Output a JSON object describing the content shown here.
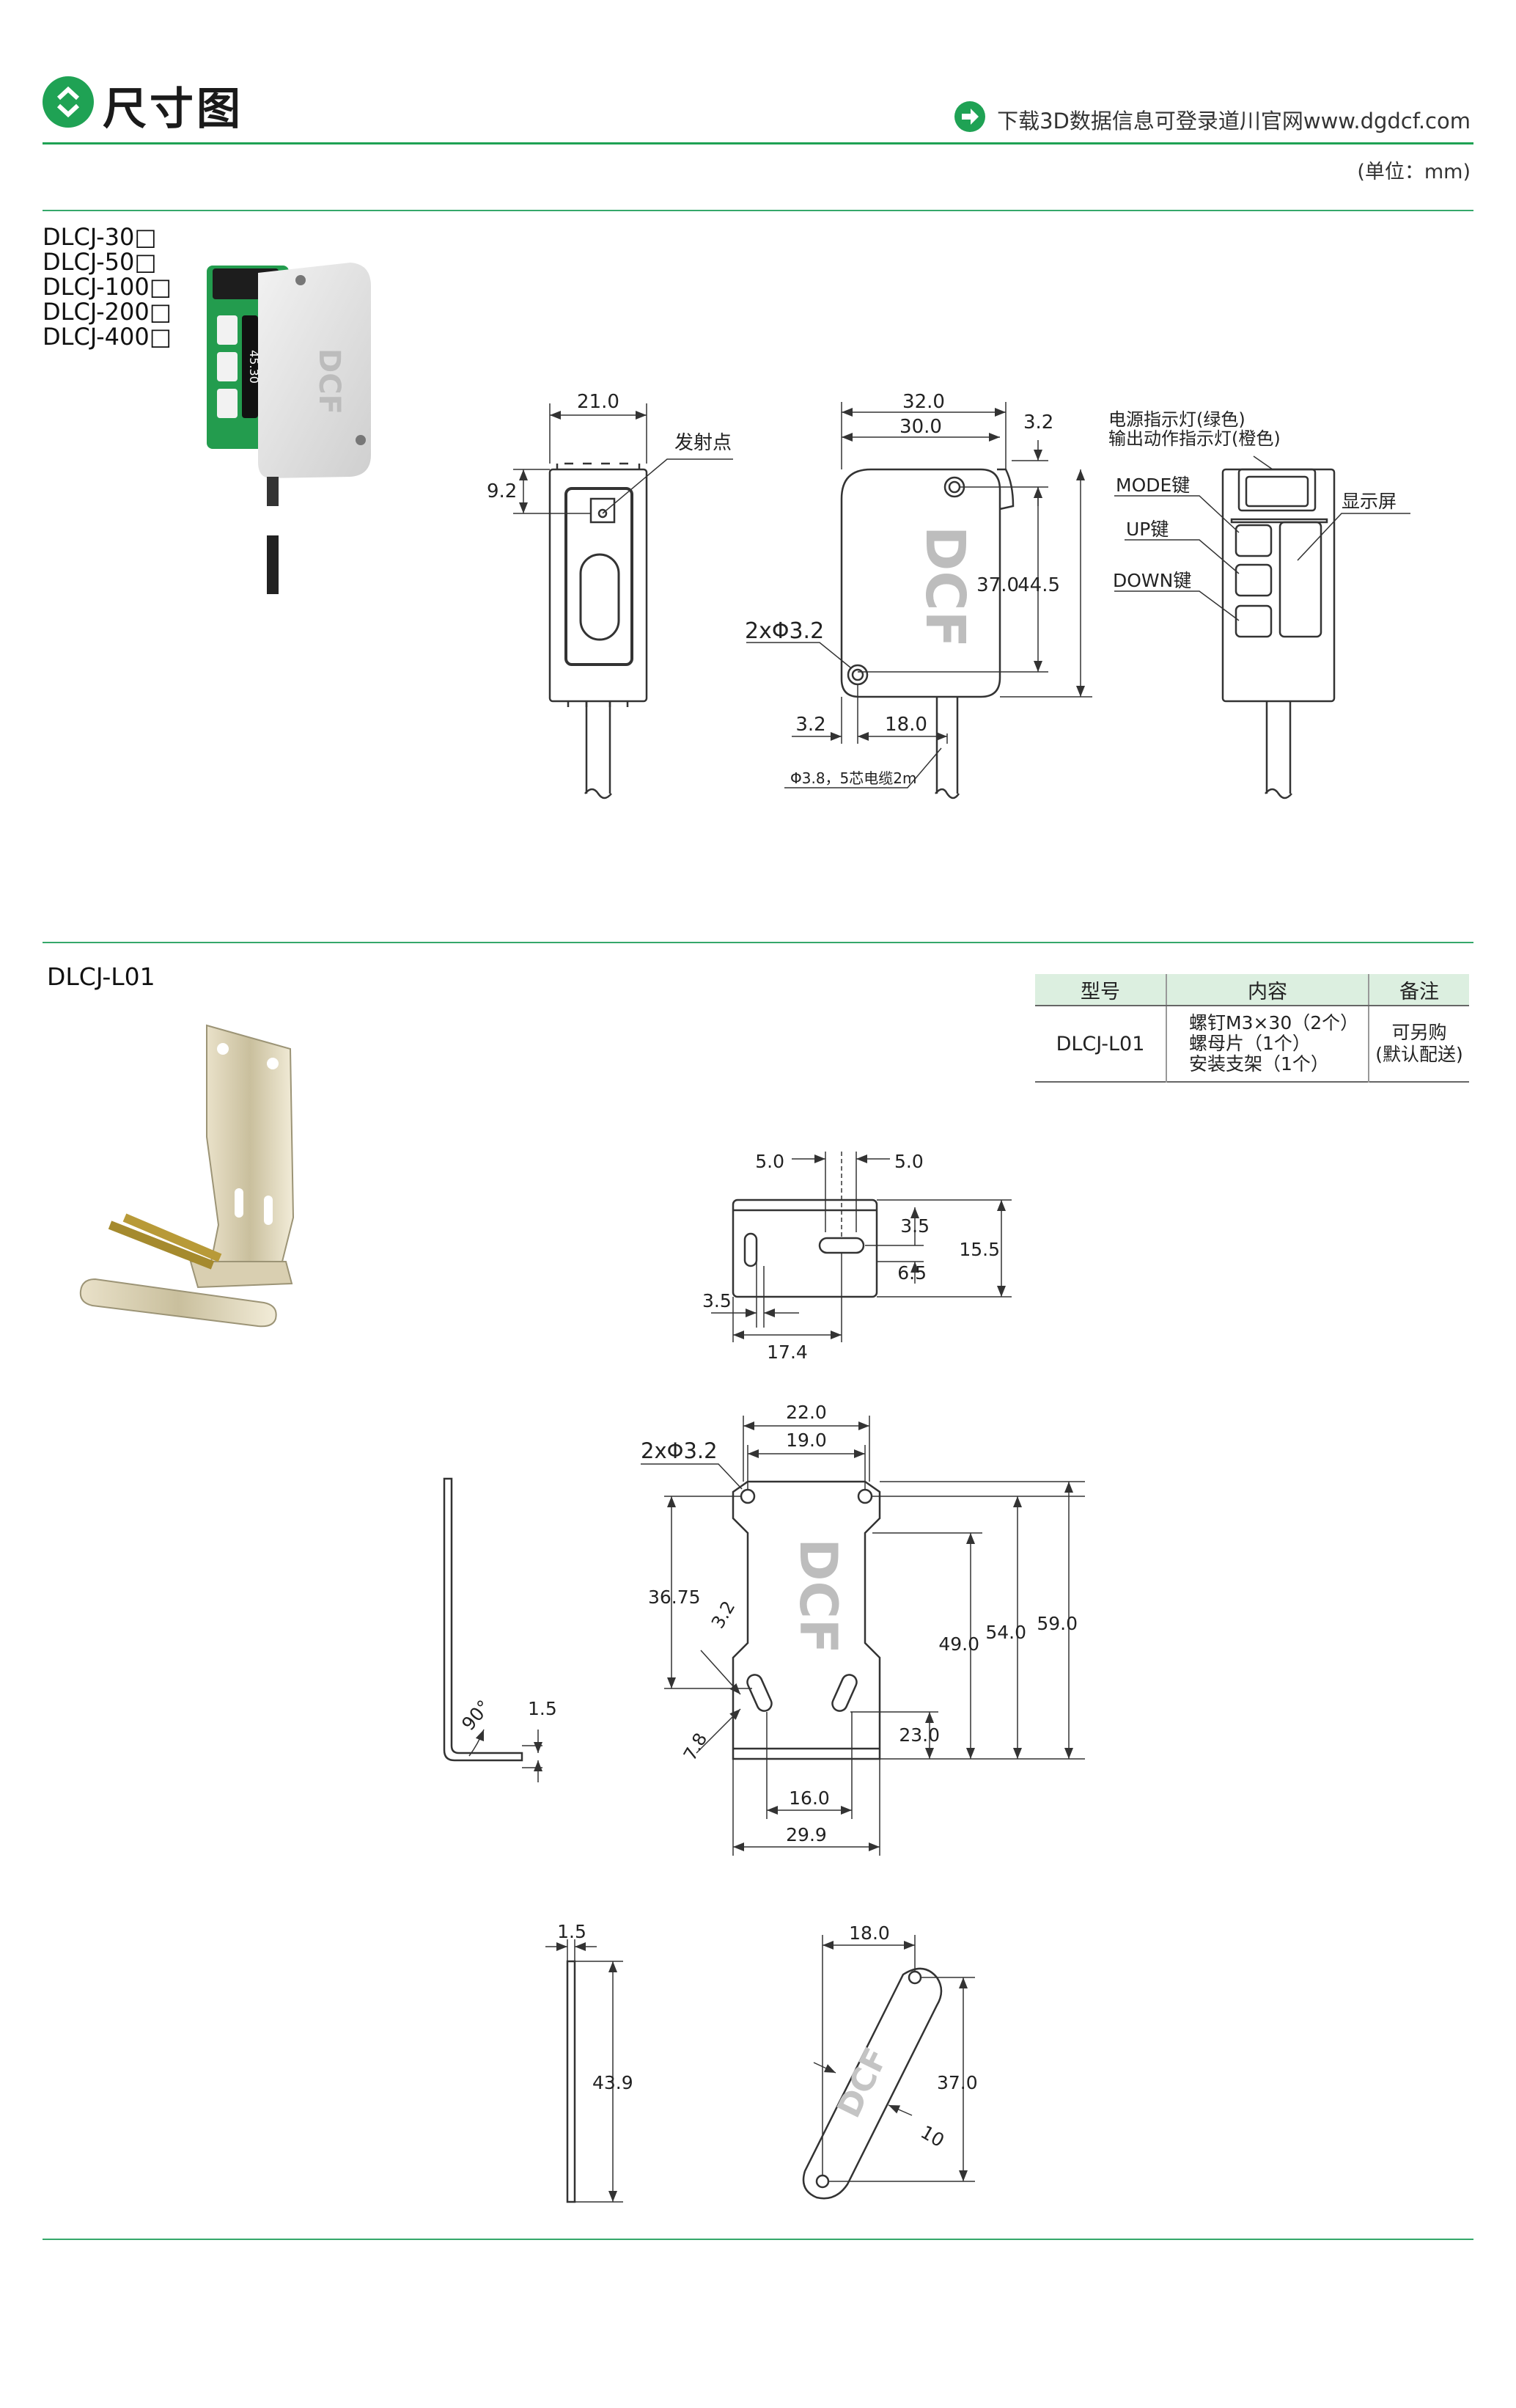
{
  "header": {
    "title": "尺寸图",
    "download_text": "下载3D数据信息可登录道川官网www.dgdcf.com",
    "unit": "(单位：mm)",
    "accent_color": "#1fa254"
  },
  "section1": {
    "models": [
      "DLCJ-30□",
      "DLCJ-50□",
      "DLCJ-100□",
      "DLCJ-200□",
      "DLCJ-400□"
    ],
    "front": {
      "width": "21.0",
      "emit_offset": "9.2",
      "emit_label": "发射点"
    },
    "side": {
      "total_w": "32.0",
      "hole_w": "30.0",
      "offset_top": "3.2",
      "h_inner": "37.0",
      "h_total": "44.5",
      "holes": "2xΦ3.2",
      "left_off": "3.2",
      "cable_pos": "18.0",
      "cable_note": "Φ3.8，5芯电缆2m",
      "logo": "DCF"
    },
    "panel": {
      "led_label_1": "电源指示灯(绿色)",
      "led_label_2": "输出动作指示灯(橙色)",
      "mode": "MODE键",
      "up": "UP键",
      "down": "DOWN键",
      "display": "显示屏"
    },
    "photo_display": "45.30"
  },
  "section2": {
    "model": "DLCJ-L01",
    "table": {
      "headers": [
        "型号",
        "内容",
        "备注"
      ],
      "row": {
        "model": "DLCJ-L01",
        "contents": [
          "螺钉M3×30（2个）",
          "螺母片（1个）",
          "安装支架（1个）"
        ],
        "remark": [
          "可另购",
          "(默认配送)"
        ]
      }
    },
    "top_view": {
      "a": "5.0",
      "b": "5.0",
      "c": "3.5",
      "d": "15.5",
      "e": "6.5",
      "f": "3.5",
      "g": "17.4"
    },
    "bracket": {
      "w_outer": "22.0",
      "w_inner": "19.0",
      "holes": "2xΦ3.2",
      "h1": "36.75",
      "slot_w": "3.2",
      "slot_l": "7.8",
      "h2": "49.0",
      "h3": "54.0",
      "h4": "59.0",
      "h5": "23.0",
      "w_bottom": "16.0",
      "w_total": "29.9",
      "logo": "DCF"
    },
    "side_l": {
      "angle": "90°",
      "thick": "1.5"
    },
    "nut_plate": {
      "thick": "1.5",
      "height": "43.9",
      "w": "18.0",
      "h": "37.0",
      "slot": "10",
      "logo": "DCF"
    }
  }
}
